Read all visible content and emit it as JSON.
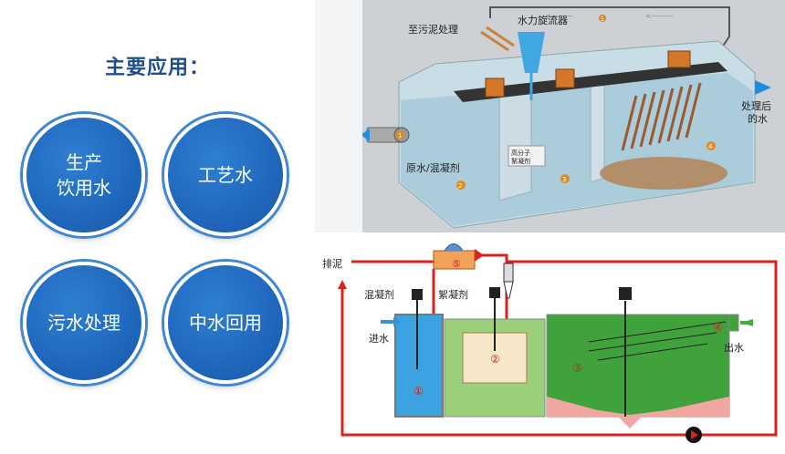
{
  "left": {
    "heading": "主要应用：",
    "apps": [
      {
        "line1": "生产",
        "line2": "饮用水"
      },
      {
        "label": "工艺水"
      },
      {
        "label": "污水处理"
      },
      {
        "label": "中水回用"
      }
    ]
  },
  "top_diagram": {
    "to_sludge": "至污泥处理",
    "hydrocyclone": "水力旋流器",
    "raw_water_l1": "原水/混凝剂",
    "treated_l1": "处理后",
    "treated_l2": "的水",
    "polymer_l1": "高分子",
    "polymer_l2": "絮凝剂",
    "nums": [
      "1",
      "2",
      "3",
      "4",
      "5"
    ]
  },
  "bottom_diagram": {
    "sludge_out": "排泥",
    "coagulant": "混凝剂",
    "flocculant": "絮凝剂",
    "inlet": "进水",
    "outlet": "出水",
    "nums": [
      "①",
      "②",
      "③",
      "④",
      "⑤"
    ]
  }
}
